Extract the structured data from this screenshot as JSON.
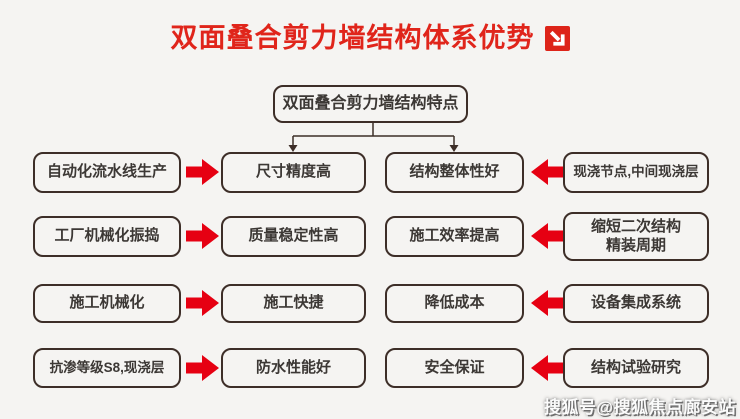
{
  "title": {
    "text": "双面叠合剪力墙结构体系优势",
    "icon": "arrow-down-right",
    "color": "#e0251b"
  },
  "root_node": {
    "label": "双面叠合剪力墙结构特点"
  },
  "flow_rows": [
    {
      "source_left": "自动化流水线生产",
      "result_left": "尺寸精度高",
      "result_right": "结构整体性好",
      "source_right": "现浇节点,中间现浇层"
    },
    {
      "source_left": "工厂机械化振捣",
      "result_left": "质量稳定性高",
      "result_right": "施工效率提高",
      "source_right": "缩短二次结构\n精装周期"
    },
    {
      "source_left": "施工机械化",
      "result_left": "施工快捷",
      "result_right": "降低成本",
      "source_right": "设备集成系统"
    },
    {
      "source_left": "抗渗等级S8,现浇层",
      "result_left": "防水性能好",
      "result_right": "安全保证",
      "source_right": "结构试验研究"
    }
  ],
  "watermark": {
    "text": "搜狐号@搜狐焦点廊安站"
  },
  "colors": {
    "background": "#f5f4f2",
    "title_red": "#e0251b",
    "arrow_red": "#e60012",
    "box_border": "#3d2e28",
    "box_text": "#3c3835"
  }
}
